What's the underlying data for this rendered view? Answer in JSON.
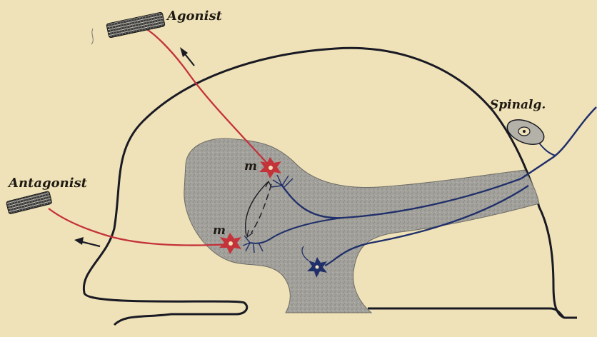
{
  "labels": {
    "agonist": "Agonist",
    "antagonist": "Antagonist",
    "spinal_ganglion": "Spinalg.",
    "neuron_upper": "m",
    "neuron_lower": "m"
  },
  "colors": {
    "background": "#efe2b8",
    "outline": "#1a1a24",
    "grey_matter": "#9c9a94",
    "motor_neuron": "#c4323a",
    "sensory_neuron": "#1f2f6a",
    "ganglion": "#b4b2a8"
  },
  "icons": {
    "agonist_muscle": "muscle-bundle-icon",
    "antagonist_muscle": "muscle-bundle-icon",
    "arrow_agonist": "arrow-up-left-icon",
    "arrow_antagonist": "arrow-left-icon"
  }
}
